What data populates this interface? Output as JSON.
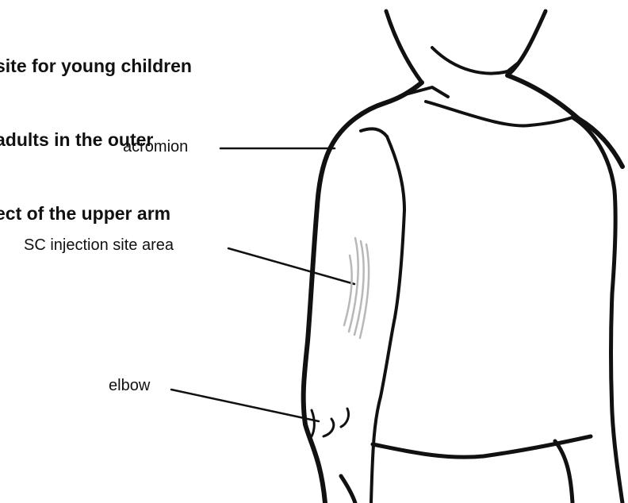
{
  "title_lines": [
    "site for young children",
    "adults in the outer",
    "ect of the upper arm"
  ],
  "labels": {
    "acromion": "acromion",
    "injection_site": "SC injection site area",
    "elbow": "elbow"
  },
  "colors": {
    "outline": "#111111",
    "shading": "#b8b8b8",
    "background": "#ffffff"
  }
}
